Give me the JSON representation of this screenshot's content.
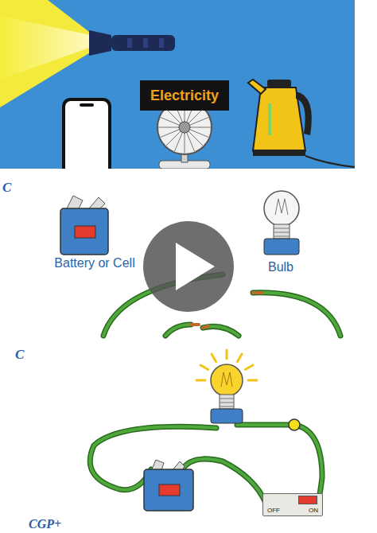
{
  "diagram": {
    "nodes": [
      {
        "text": [
          "Electricity"
        ]
      },
      {
        "text": [
          "OFF",
          "ON"
        ]
      }
    ],
    "labels": [
      "C",
      "Battery or Cell",
      "Bulb",
      "C",
      "CGP+"
    ]
  }
}
